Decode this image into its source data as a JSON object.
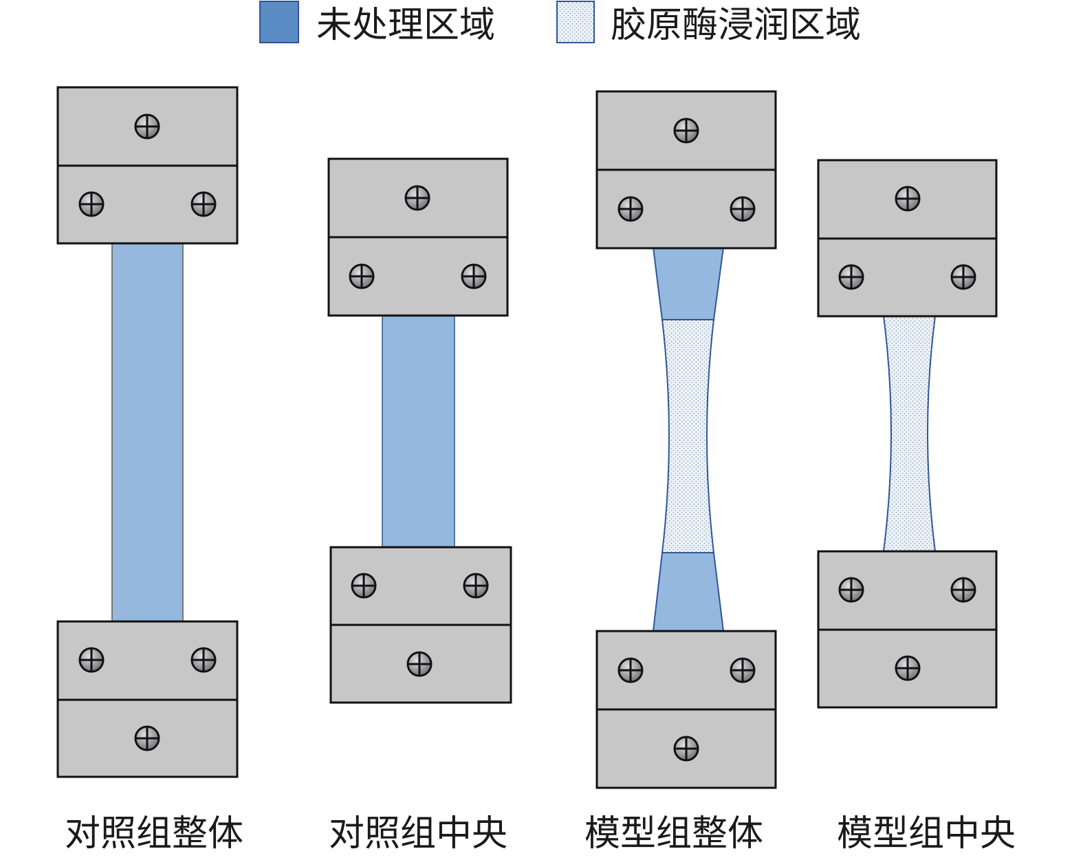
{
  "legend": {
    "items": [
      {
        "label": "未处理区域",
        "swatch": "solid-blue"
      },
      {
        "label": "胶原酶浸润区域",
        "swatch": "dotted-light"
      }
    ]
  },
  "specimens": [
    {
      "caption": "对照组整体",
      "type": "control-whole"
    },
    {
      "caption": "对照组中央",
      "type": "control-central"
    },
    {
      "caption": "模型组整体",
      "type": "model-whole"
    },
    {
      "caption": "模型组中央",
      "type": "model-central"
    }
  ],
  "colors": {
    "untreated_fill": "#95b8de",
    "untreated_swatch": "#5b8cc4",
    "infiltrated_fill": "#eef3f8",
    "infiltrated_dot": "#8aa4be",
    "outline_blue": "#2f5597",
    "clamp_fill": "#c8c7c8",
    "clamp_stroke": "#111111",
    "screw_fill": "#a7a7a9"
  },
  "icons": {
    "screw": "screw-icon"
  }
}
